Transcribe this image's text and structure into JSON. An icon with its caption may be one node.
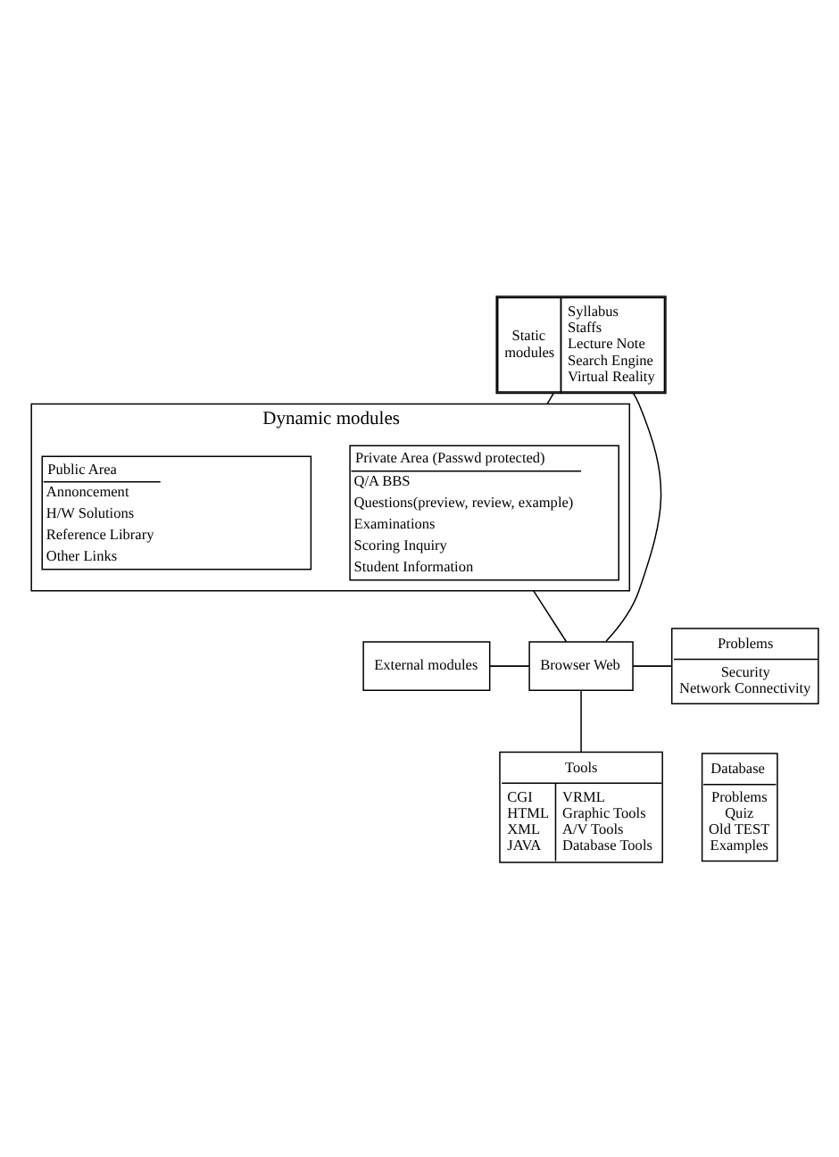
{
  "diagram": {
    "nodes": [
      {
        "text": [
          "Static modules",
          "Syllabus",
          "Staffs",
          "Lecture Note",
          "Search Engine",
          "Virtual Reality"
        ]
      },
      {
        "text": [
          "Dynamic modules"
        ]
      },
      {
        "text": [
          "Private Area (Passwd protected)",
          "Q/A BBS",
          "Questions(preview, review, example)",
          "Examinations",
          "Scoring Inquiry",
          "Student Information"
        ],
        "in": 1
      },
      {
        "text": [
          "Public Area",
          "Annoncement",
          "H/W Solutions",
          "Reference Library",
          "Other Links"
        ],
        "in": 1
      },
      {
        "text": [
          "External modules"
        ]
      },
      {
        "text": [
          "Browser Web"
        ]
      },
      {
        "text": [
          "Problems",
          "Security",
          "Network Connectivity"
        ]
      },
      {
        "text": [
          "Tools",
          "CGI",
          "HTML",
          "XML",
          "JAVA",
          "VRML",
          "Graphic Tools",
          "A/V Tools",
          "Database Tools"
        ]
      },
      {
        "text": [
          "Database",
          "Problems",
          "Quiz",
          "Old TEST",
          "Examples"
        ]
      }
    ],
    "edges": [
      {
        "from": 0,
        "to": 1,
        "arrow": "none"
      },
      {
        "from": 5,
        "to": 0,
        "arrow": "none"
      },
      {
        "from": 5,
        "to": 1,
        "arrow": "none"
      },
      {
        "from": 4,
        "to": 5,
        "arrow": "none"
      },
      {
        "from": 5,
        "to": 6,
        "arrow": "none"
      },
      {
        "from": 5,
        "to": 7,
        "arrow": "none"
      }
    ]
  }
}
